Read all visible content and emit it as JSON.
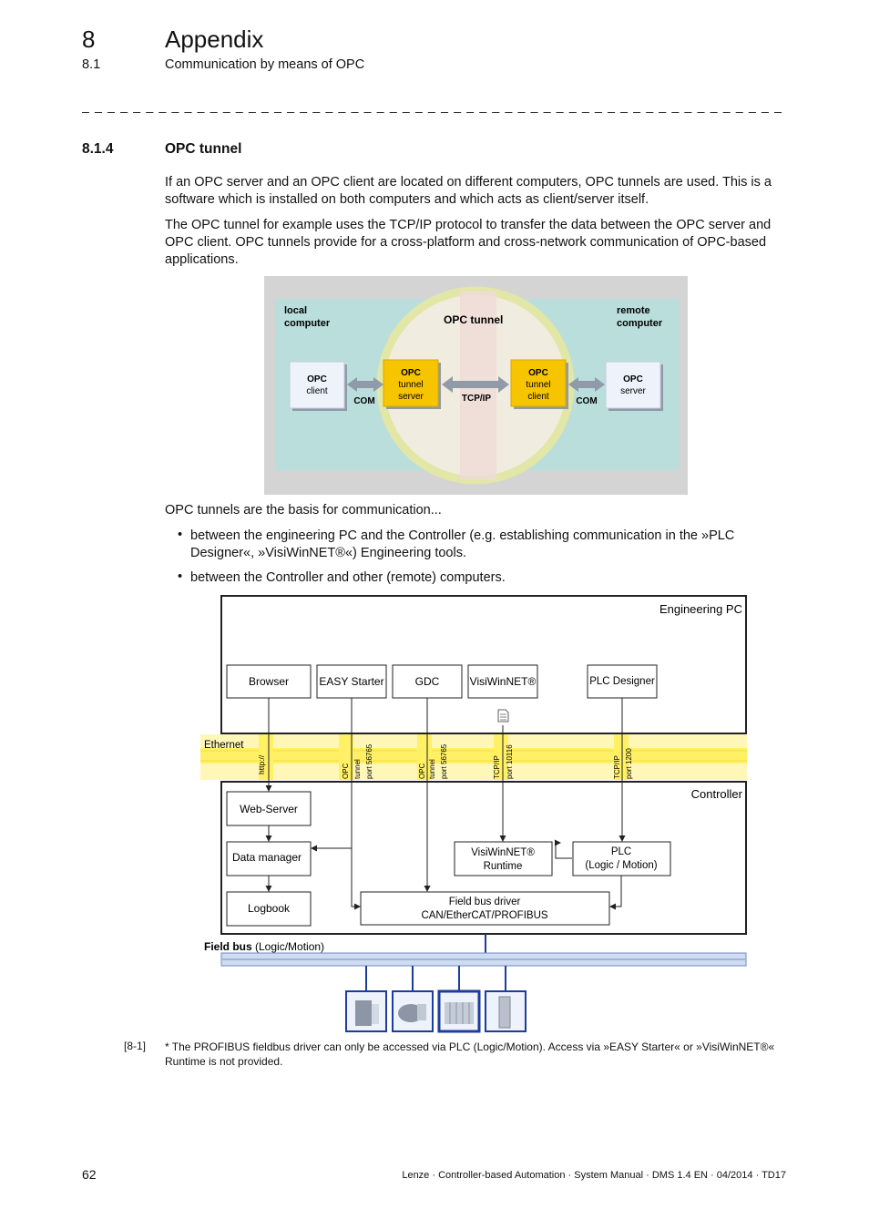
{
  "header": {
    "chapter_number": "8",
    "chapter_title": "Appendix",
    "subchapter_number": "8.1",
    "subchapter_title": "Communication by means of OPC",
    "separator": "_ _ _ _ _ _ _ _ _ _ _ _ _ _ _ _ _ _ _ _ _ _ _ _ _ _ _ _ _ _ _ _ _ _ _ _ _ _ _ _ _ _ _ _ _ _ _ _ _ _ _ _ _ _ _ _ _ _ _ _ _ _ _ _"
  },
  "section": {
    "number": "8.1.4",
    "title": "OPC tunnel"
  },
  "paragraphs": {
    "p1": "If an OPC server and an OPC client are located on different computers, OPC tunnels are used. This is a software which is installed on both computers and which acts as client/server itself.",
    "p2": "The OPC tunnel for example uses the TCP/IP protocol to transfer the data between the OPC server and OPC client. OPC tunnels provide for a cross-platform and cross-network communication of OPC-based applications.",
    "p3": "OPC tunnels are the basis for communication..."
  },
  "bullets": [
    "between the engineering PC and the Controller (e.g. establishing communication in the »PLC Designer«, »VisiWinNET®«) Engineering tools.",
    "between the Controller and other (remote) computers."
  ],
  "diagram1": {
    "local_line1": "local",
    "local_line2": "computer",
    "tunnel_title": "OPC tunnel",
    "remote_line1": "remote",
    "remote_line2": "computer",
    "opc_client_1": "OPC",
    "opc_client_2": "client",
    "tunnel_server_1": "OPC",
    "tunnel_server_2": "tunnel",
    "tunnel_server_3": "server",
    "tunnel_client_1": "OPC",
    "tunnel_client_2": "tunnel",
    "tunnel_client_3": "client",
    "opc_server_1": "OPC",
    "opc_server_2": "server",
    "com_left": "COM",
    "tcpip": "TCP/IP",
    "com_right": "COM"
  },
  "diagram2": {
    "engineering_pc": "Engineering PC",
    "browser": "Browser",
    "easy_starter": "EASY Starter",
    "gdc": "GDC",
    "visiwinnet": "VisiWinNET®",
    "plc_designer": "PLC Designer",
    "ethernet": "Ethernet",
    "port_http": "http://",
    "port_opc1_a": "OPC",
    "port_opc1_b": "tunnel",
    "port_opc1_c": "port 56765",
    "port_opc2_a": "OPC",
    "port_opc2_b": "tunnel",
    "port_opc2_c": "port 56765",
    "port_tcp1_a": "TCP/IP",
    "port_tcp1_b": "port 10116",
    "port_tcp2_a": "TCP/IP",
    "port_tcp2_b": "port 1200",
    "controller": "Controller",
    "web_server": "Web-Server",
    "data_manager": "Data manager",
    "logbook": "Logbook",
    "visiwinnet_rt_1": "VisiWinNET®",
    "visiwinnet_rt_2": "Runtime",
    "plc_1": "PLC",
    "plc_2": "(Logic / Motion)",
    "fieldbus_driver_1": "Field bus driver",
    "fieldbus_driver_2": "CAN/EtherCAT/PROFIBUS",
    "field_bus": "Field bus",
    "field_bus_suffix": "(Logic/Motion)"
  },
  "figure": {
    "label": "[8-1]",
    "note": "* The PROFIBUS fieldbus driver can only be accessed via PLC (Logic/Motion). Access via »EASY Starter« or »VisiWinNET®« Runtime is not provided."
  },
  "footer": {
    "page_number": "62",
    "text": "Lenze · Controller-based Automation · System Manual · DMS 1.4 EN · 04/2014 · TD17"
  }
}
